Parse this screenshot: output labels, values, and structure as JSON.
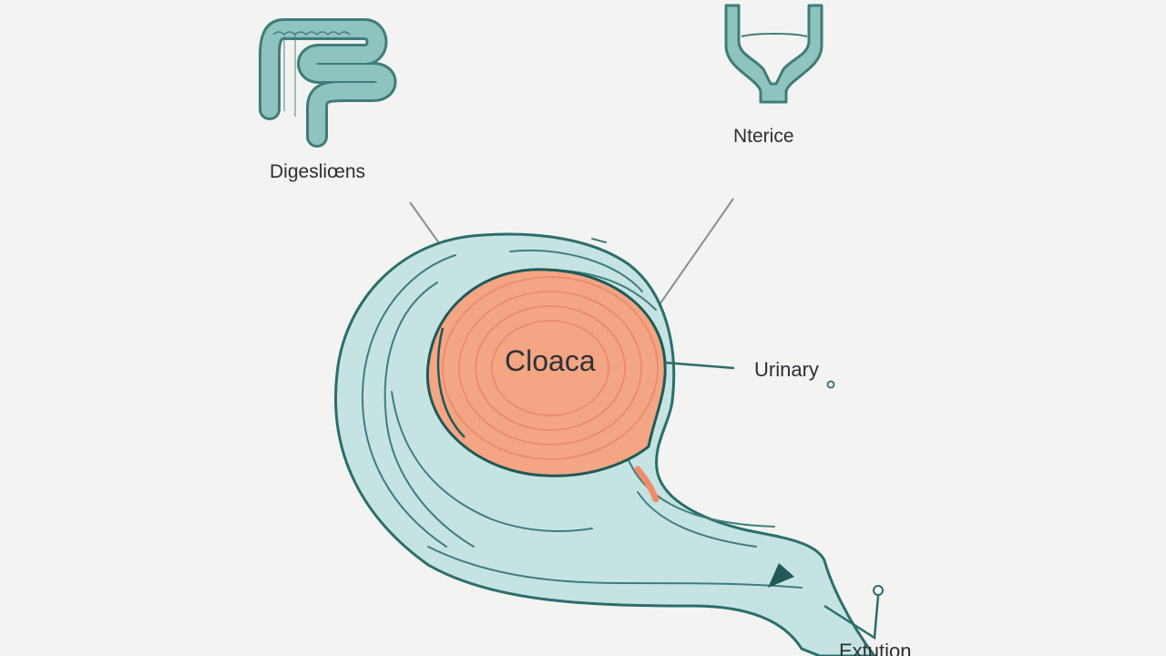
{
  "labels": {
    "digestion": "Digesliœns",
    "top": "Nterice",
    "center": "Cloaca",
    "urinary": "Urinary",
    "exit": "Extution"
  },
  "colors": {
    "background": "#f3f4f1",
    "organ_fill": "#c6e3e3",
    "outline": "#2b6e6a",
    "cloaca_fill": "#f4a584",
    "cloaca_rings": "#ea8c6c",
    "icon_fill": "#8fc3c0",
    "icon_stroke": "#3f7c7a",
    "leader_line": "#8b8e90"
  },
  "icons": {
    "digestive": "intestine-icon",
    "top": "bladder-funnel-icon"
  }
}
